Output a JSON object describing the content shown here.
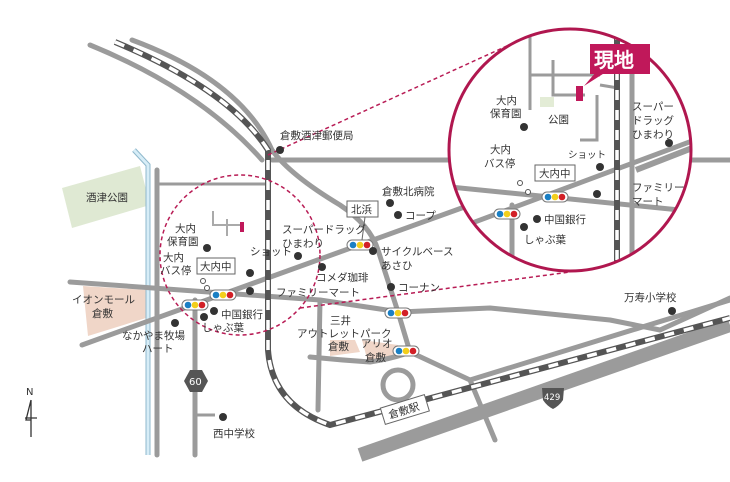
{
  "title": "現地",
  "colors": {
    "accent": "#c0185a",
    "road": "#9b9b9b",
    "park": "#dfe9d3",
    "mall": "#f0d6c8",
    "river": "#bfe0ef"
  },
  "map": {
    "post_office": "倉敷酒津郵便局",
    "park": "酒津公園",
    "hospital": "倉敷北病院",
    "coop": "コープ",
    "kitahama": "北浜",
    "drug": [
      "スーパードラッグ",
      "ひまわり"
    ],
    "cycle": [
      "サイクルベース",
      "あさひ"
    ],
    "komeda": "コメダ珈琲",
    "kohnan": "コーナン",
    "familymart": "ファミリーマート",
    "shot": "ショット",
    "nursery": [
      "大内",
      "保育園"
    ],
    "bus": [
      "大内",
      "バス停"
    ],
    "ouchinaka": "大内中",
    "bank": "中国銀行",
    "shabuyo": "しゃぶ葉",
    "nakayama": [
      "なかやま牧場",
      "ハート"
    ],
    "aeon": [
      "イオンモール",
      "倉敷"
    ],
    "outlet": [
      "三井",
      "アウトレットパーク",
      "倉敷"
    ],
    "ario": [
      "アリオ",
      "倉敷"
    ],
    "manju": "万寿小学校",
    "nishi": "西中学校",
    "station": "倉敷駅",
    "route60": "60",
    "route429": "429",
    "north": "N"
  },
  "inset": {
    "site": "現地",
    "nursery": [
      "大内",
      "保育園"
    ],
    "park": "公園",
    "drug": [
      "スーパー",
      "ドラッグ",
      "ひまわり"
    ],
    "shot": "ショット",
    "bus": [
      "大内",
      "バス停"
    ],
    "ouchinaka": "大内中",
    "familymart": [
      "ファミリー",
      "マート"
    ],
    "bank": "中国銀行",
    "shabuyo": "しゃぶ葉"
  }
}
